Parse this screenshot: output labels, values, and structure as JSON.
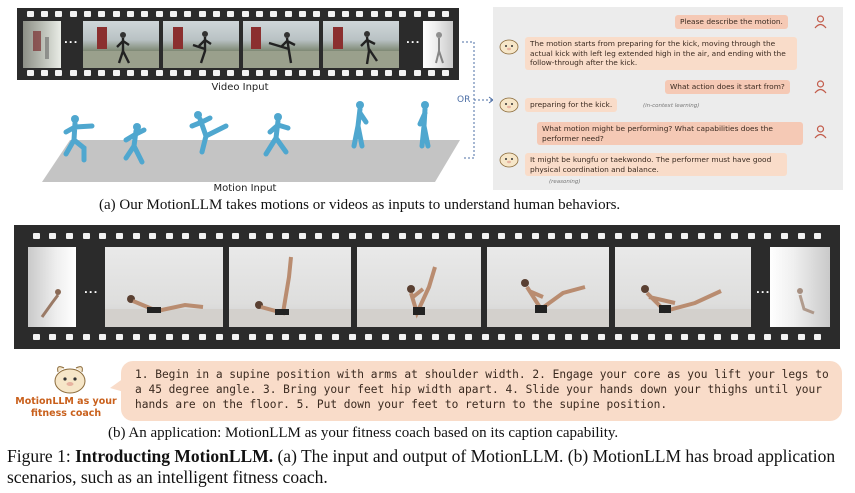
{
  "panel_a": {
    "video_label": "Video Input",
    "motion_label": "Motion Input",
    "or_label": "OR",
    "ellipsis": "...",
    "chat": [
      {
        "role": "user",
        "text": "Please describe the motion."
      },
      {
        "role": "bot",
        "text": "The motion starts from preparing for the kick, moving through the actual kick with left leg extended high in the air, and ending with the follow-through after the kick."
      },
      {
        "role": "user",
        "text": "What action does it start from?"
      },
      {
        "role": "bot",
        "text": "preparing for the kick.",
        "tag": "(in-context learning)"
      },
      {
        "role": "user",
        "text": "What motion might be performing? What capabilities does the performer need?"
      },
      {
        "role": "bot",
        "text": "It might be kungfu or taekwondo. The performer must have good physical coordination and balance.",
        "tag": "(reasoning)"
      }
    ],
    "caption": "(a) Our MotionLLM takes motions or videos as inputs to understand human behaviors."
  },
  "panel_b": {
    "ellipsis": "...",
    "coach_label_line1": "MotionLLM as your",
    "coach_label_line2": "fitness coach",
    "coach_text": "1. Begin in a supine position with arms at shoulder width. 2. Engage your core as you lift your legs to a 45 degree angle. 3. Bring your feet hip width apart. 4. Slide your hands down your thighs until your hands are on the floor. 5. Put down your feet to return to the supine position.",
    "caption": "(b) An application: MotionLLM as your fitness coach based on its caption capability."
  },
  "figure": {
    "label": "Figure 1:",
    "title": "Introducting MotionLLM.",
    "text": "(a) The input and output of MotionLLM. (b) MotionLLM has broad application scenarios, such as an intelligent fitness coach."
  },
  "colors": {
    "film": "#2b2b2b",
    "user_bubble": "#f5c9b5",
    "bot_bubble": "#f9dcc9",
    "figure_blue": "#4fa7cf",
    "accent_orange": "#c9601c",
    "or_blue": "#4d6fa6"
  }
}
